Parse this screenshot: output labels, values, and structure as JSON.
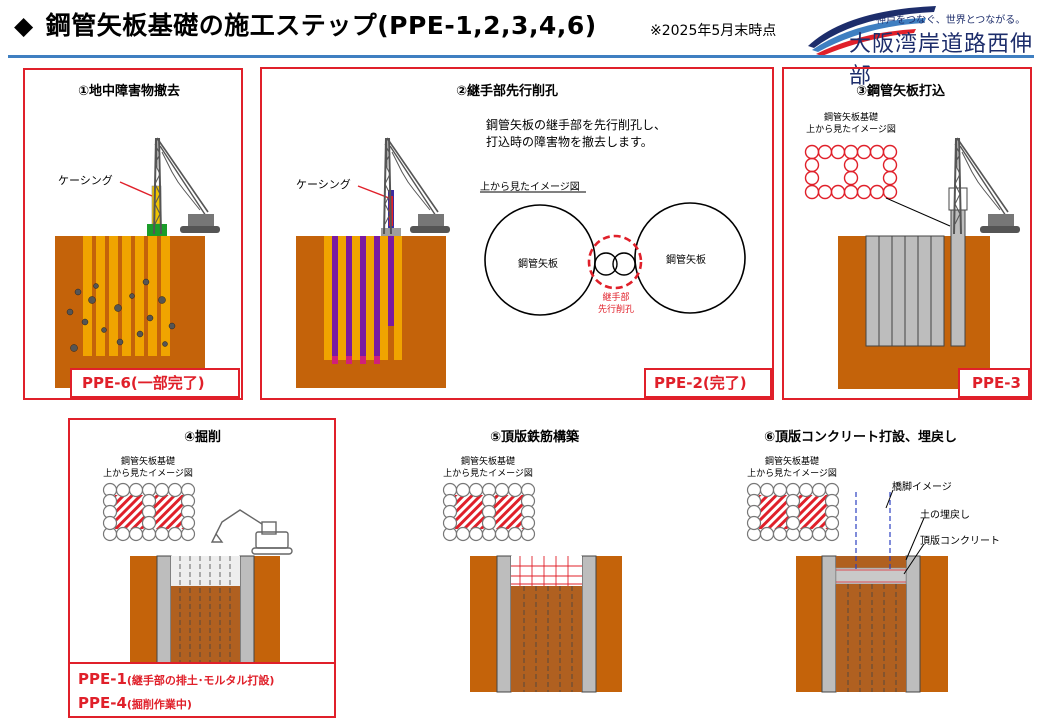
{
  "header": {
    "bullet": "◆",
    "title": "鋼管矢板基礎の施工ステップ(PPE-1,2,3,4,6)",
    "date_note": "※2025年5月末時点",
    "logo_tagline": "神戸をつなぐ、世界とつながる。",
    "logo_name": "大阪湾岸道路西伸部"
  },
  "colors": {
    "accent_red": "#e0202a",
    "soil": "#c4630a",
    "pile_yellow": "#f0a400",
    "steel_gray": "#bdbdbd",
    "crane": "#555555",
    "title_rule": "#3f7fc1",
    "logo_navy": "#1d2d6b"
  },
  "steps": [
    {
      "title": "①地中障害物撤去",
      "casing_label": "ケーシング",
      "status": "PPE-6(一部完了)"
    },
    {
      "title": "②継手部先行削孔",
      "casing_label": "ケーシング",
      "description_line1": "鋼管矢板の継手部を先行削孔し、",
      "description_line2": "打込時の障害物を撤去します。",
      "topview_label": "上から見たイメージ図",
      "pile_left": "鋼管矢板",
      "pile_right": "鋼管矢板",
      "joint_line1": "継手部",
      "joint_line2": "先行削孔",
      "status": "PPE-2(完了)"
    },
    {
      "title": "③鋼管矢板打込",
      "topview_line1": "鋼管矢板基礎",
      "topview_line2": "上から見たイメージ図",
      "status": "PPE-3"
    },
    {
      "title": "④掘削",
      "topview_line1": "鋼管矢板基礎",
      "topview_line2": "上から見たイメージ図",
      "status_1_main": "PPE-1",
      "status_1_note": "(継手部の排土･モルタル打設)",
      "status_2_main": "PPE-4",
      "status_2_note": "(掘削作業中)"
    },
    {
      "title": "⑤頂版鉄筋構築",
      "topview_line1": "鋼管矢板基礎",
      "topview_line2": "上から見たイメージ図"
    },
    {
      "title": "⑥頂版コンクリート打設、埋戻し",
      "topview_line1": "鋼管矢板基礎",
      "topview_line2": "上から見たイメージ図",
      "pier_label": "橋脚イメージ",
      "backfill_label": "土の埋戻し",
      "slab_label": "頂版コンクリート"
    }
  ]
}
